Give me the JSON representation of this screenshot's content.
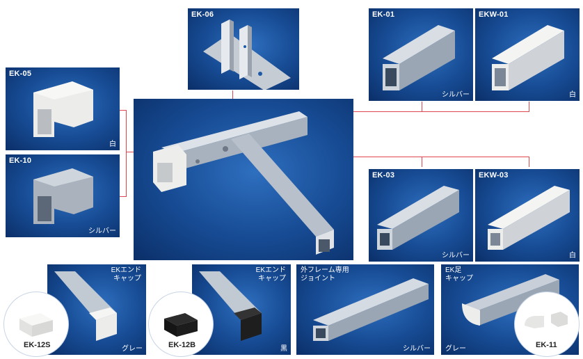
{
  "parts": {
    "ek06": {
      "code": "EK-06"
    },
    "ek01": {
      "code": "EK-01",
      "color": "シルバー"
    },
    "ekw01": {
      "code": "EKW-01",
      "color": "白"
    },
    "ek05": {
      "code": "EK-05",
      "color": "白"
    },
    "ek10": {
      "code": "EK-10",
      "color": "シルバー"
    },
    "ek03": {
      "code": "EK-03",
      "color": "シルバー"
    },
    "ekw03": {
      "code": "EKW-03",
      "color": "白"
    },
    "endcap_grey": {
      "title": "EKエンド\nキャップ",
      "circle_code": "EK-12S",
      "color": "グレー"
    },
    "endcap_black": {
      "title": "EKエンド\nキャップ",
      "circle_code": "EK-12B",
      "color": "黒"
    },
    "joint": {
      "title": "外フレーム専用\nジョイント",
      "color": "シルバー"
    },
    "footcap": {
      "title": "EK足\nキャップ",
      "circle_code": "EK-11",
      "color": "グレー"
    }
  },
  "colors": {
    "panel": "#164a92",
    "connector": "#e0444e",
    "silver": "#b9c3cf",
    "white_part": "#eeeeec",
    "black_part": "#1b1b1b"
  }
}
